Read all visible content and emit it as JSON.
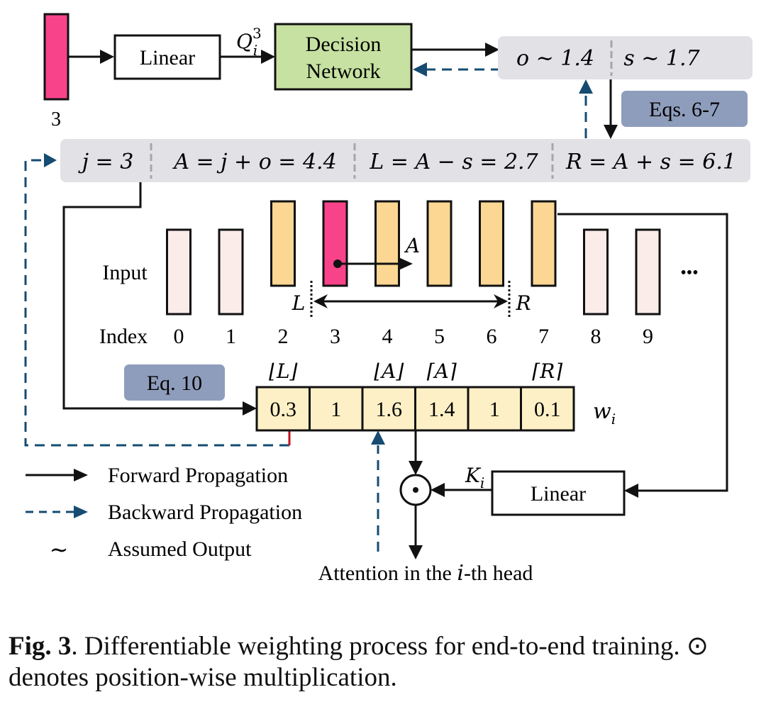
{
  "colors": {
    "query_token": "#f8438a",
    "window_token": "#fbd793",
    "outside_token": "#fbecea",
    "decision_network": "#c6e1a1",
    "weights_cell": "#fdf0c6",
    "formula_panel": "#e2e1e6",
    "eq_badge": "#8f9dbc",
    "backward_arrow": "#164b72",
    "grad_stub": "#c0121f"
  },
  "top": {
    "query_token_index": "3",
    "linear_label": "Linear",
    "q_label": "Q",
    "q_sup": "3",
    "q_sub": "i",
    "decision_network_line1": "Decision",
    "decision_network_line2": "Network",
    "o_output": "o ∼ 1.4",
    "s_output": "s ∼ 1.7",
    "eqs_badge": "Eqs. 6-7"
  },
  "formula_bar": {
    "j": "j = 3",
    "A": "A = j + o = 4.4",
    "L": "L = A − s = 2.7",
    "R": "R = A + s = 6.1"
  },
  "tokens": {
    "input_label": "Input",
    "index_label": "Index",
    "items": [
      {
        "index": "0",
        "state": "outside"
      },
      {
        "index": "1",
        "state": "outside"
      },
      {
        "index": "2",
        "state": "window"
      },
      {
        "index": "3",
        "state": "query"
      },
      {
        "index": "4",
        "state": "window"
      },
      {
        "index": "5",
        "state": "window"
      },
      {
        "index": "6",
        "state": "window"
      },
      {
        "index": "7",
        "state": "window"
      },
      {
        "index": "8",
        "state": "outside"
      },
      {
        "index": "9",
        "state": "outside"
      }
    ],
    "ellipsis": "•••",
    "marker_A": "A",
    "marker_L": "L",
    "marker_R": "R"
  },
  "weights": {
    "eq_badge": "Eq. 10",
    "values": [
      "0.3",
      "1",
      "1.6",
      "1.4",
      "1",
      "0.1"
    ],
    "top_labels": [
      "⌊L⌋",
      "",
      "⌊A⌋",
      "⌈A⌉",
      "",
      "⌈R⌉"
    ],
    "label": "w",
    "label_sub": "i"
  },
  "bottom": {
    "k_label": "K",
    "k_sub": "i",
    "linear_label": "Linear",
    "multiply_symbol": "⊙",
    "output_pre": "Attention in the ",
    "output_var": "i",
    "output_post": "-th head"
  },
  "legend": {
    "forward": "Forward Propagation",
    "backward": "Backward Propagation",
    "tilde_symbol": "∼",
    "assumed": "Assumed Output"
  },
  "caption": {
    "label": "Fig. 3",
    "text": ". Differentiable weighting process for end-to-end training. ⊙ denotes position-wise multiplication."
  }
}
